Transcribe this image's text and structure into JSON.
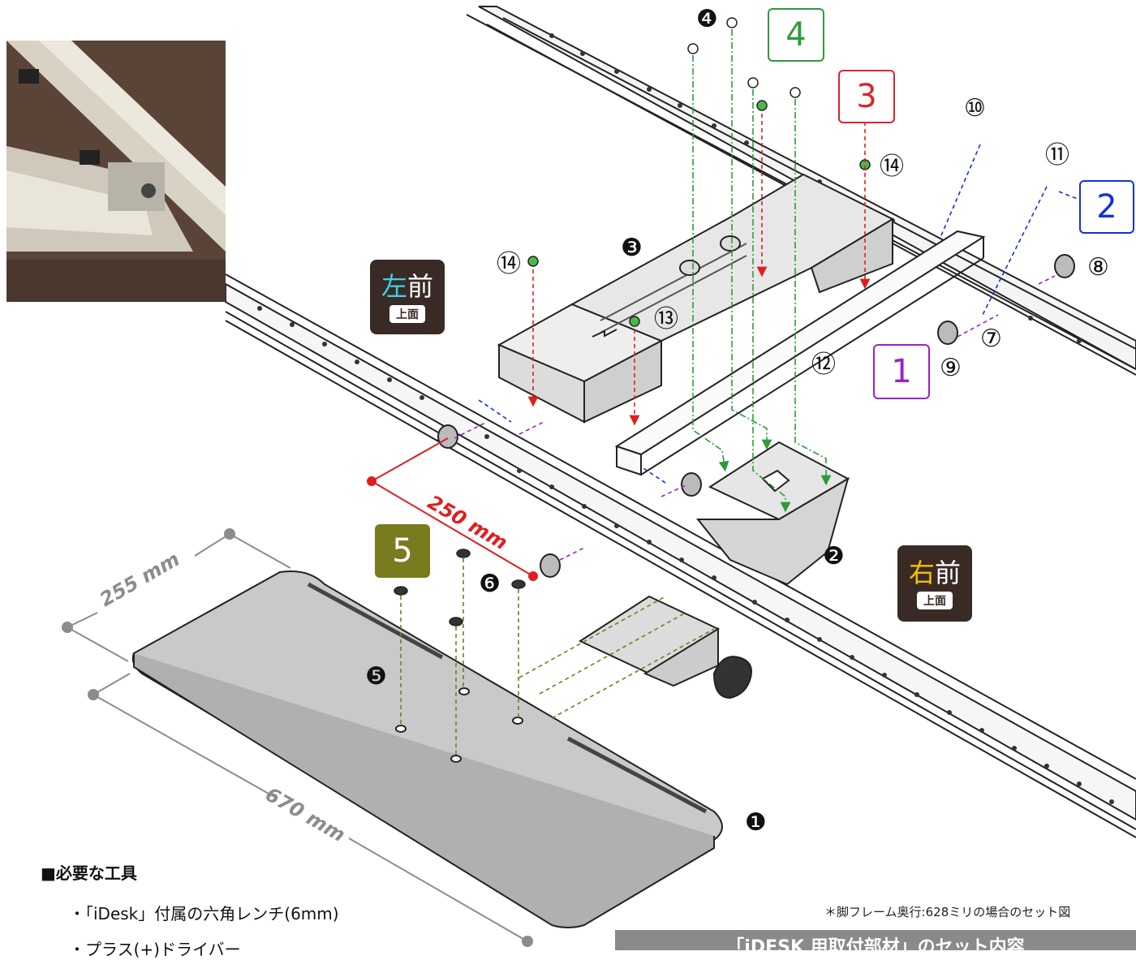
{
  "labels": {
    "left_front": {
      "accent": "左",
      "rest": "前",
      "sub": "上面",
      "accent_color": "#3fd0e6"
    },
    "right_front": {
      "accent": "右",
      "rest": "前",
      "sub": "上面",
      "accent_color": "#f2c200"
    }
  },
  "steps": [
    {
      "num": "1",
      "color": "#9b22c8"
    },
    {
      "num": "2",
      "color": "#1530d8"
    },
    {
      "num": "3",
      "color": "#d8262b"
    },
    {
      "num": "4",
      "color": "#2f9a3a"
    },
    {
      "num": "5",
      "color": "#7a7a1f"
    }
  ],
  "parts": {
    "p1": "❶",
    "p2": "❷",
    "p3": "❸",
    "p4": "❹",
    "p5": "❺",
    "p6": "❻",
    "p7": "⑦",
    "p8": "⑧",
    "p9": "⑨",
    "p10": "⑩",
    "p11": "⑪",
    "p12": "⑫",
    "p13": "⑬",
    "p14a": "⑭",
    "p14b": "⑭"
  },
  "dimensions": {
    "spacing": "250 mm",
    "depth": "255 mm",
    "width": "670 mm"
  },
  "tools": {
    "title": "■必要な工具",
    "items": [
      "・「iDesk」付属の六角レンチ(6mm)",
      "・プラス(+)ドライバー"
    ]
  },
  "note": "＊脚フレーム奥行:628ミリの場合のセット図",
  "banner": "「iDESK 用取付部材」のセット内容",
  "colors": {
    "dim_red": "#e01e1e",
    "dim_gray": "#8c8c8c",
    "frame": "#222222"
  }
}
